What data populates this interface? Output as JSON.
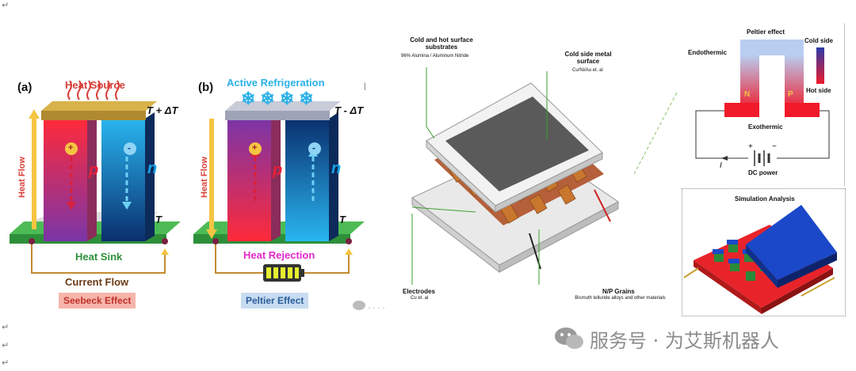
{
  "paragraph_mark": "↵",
  "panel_a": {
    "tag": "(a)",
    "heat_source": "Heat Source",
    "top_temp": "T + ΔT",
    "bottom_temp": "T",
    "heat_flow": "Heat Flow",
    "p_label": "p",
    "n_label": "n",
    "plus": "+",
    "minus": "-",
    "heat_sink": "Heat Sink",
    "current_flow": "Current Flow",
    "effect": "Seebeck Effect"
  },
  "panel_b": {
    "tag": "(b)",
    "active_refrigeration": "Active Refrigeration",
    "top_temp": "T - ΔT",
    "bottom_temp": "T",
    "heat_flow": "Heat Flow",
    "p_label": "p",
    "n_label": "n",
    "plus": "+",
    "minus": "-",
    "heat_rejection": "Heat Rejection",
    "effect": "Peltier Effect"
  },
  "module": {
    "substrates_title": "Cold and hot surface substrates",
    "substrates_sub": "96% Alumina / Aluminum Nitride",
    "cold_side_title": "Cold side metal surface",
    "cold_side_sub": "Cu/Ni/Au et. al",
    "electrodes_title": "Electrodes",
    "electrodes_sub": "Cu et. al",
    "grains_title": "N/P Grains",
    "grains_sub": "Bismuth telluride alloys and other materials"
  },
  "peltier_circuit": {
    "title": "Peltier effect",
    "endothermic": "Endothermic",
    "cold_side": "Cold side",
    "hot_side": "Hot side",
    "n": "N",
    "p": "P",
    "exothermic": "Exothermic",
    "current": "I",
    "plus": "+",
    "minus": "−",
    "dc_power": "DC power"
  },
  "simulation": {
    "title": "Simulation Analysis"
  },
  "watermark": {
    "text": "服务号 · 为艾斯机器人",
    "dots": "· · · ·"
  },
  "colors": {
    "p_leg": "#e8203a",
    "n_leg": "#1aa3e8",
    "heat_source": "#d9403a",
    "refrigeration": "#2bb0e8",
    "heat_sink_plate": "#3fae49",
    "heat_rejection": "#e028c8",
    "seebeck_box": "#f6b5aa",
    "peltier_box": "#c7dcf0"
  }
}
